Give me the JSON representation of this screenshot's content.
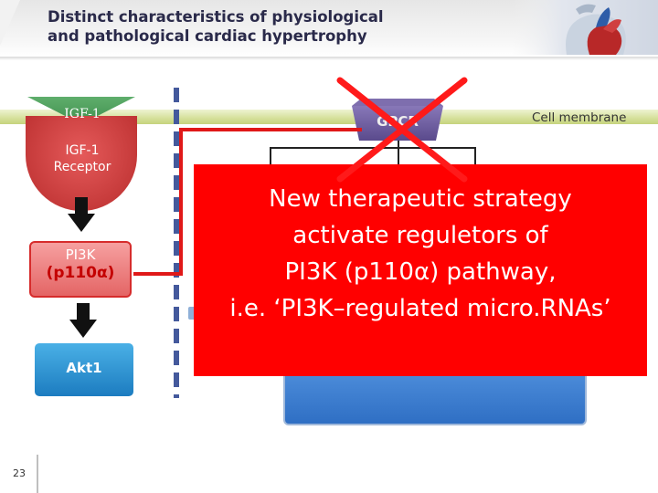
{
  "header": {
    "title_line1": "Distinct characteristics of physiological",
    "title_line2": "and pathological cardiac hypertrophy"
  },
  "membrane": {
    "label": "Cell membrane"
  },
  "left_pathway": {
    "ligand": "IGF-1",
    "receptor_line1": "IGF-1",
    "receptor_line2": "Receptor",
    "pi3k_name": "PI3K",
    "pi3k_subunit": "(p110α)",
    "akt": "Akt1"
  },
  "right_pathway": {
    "gpcr": "GPCR"
  },
  "callout": {
    "line1": "New therapeutic strategy",
    "line2": "activate reguletors of",
    "line3": "PI3K (p110α) pathway,",
    "line4": "i.e. ‘PI3K–regulated micro.RNAs’"
  },
  "footer": {
    "page_number": "23"
  },
  "colors": {
    "title": "#2a2a4a",
    "membrane": "#d5e09a",
    "receptor": "#c0392b",
    "pi3k_border": "#d62c2c",
    "akt": "#1c7cc0",
    "gpcr": "#6a5a9c",
    "callout": "#ff0000",
    "cross": "#ff1a1a",
    "connector": "#e01818",
    "divider": "#44599c"
  },
  "icons": [
    "heart-anatomy-icon",
    "cross-out-icon",
    "down-arrow-icon"
  ]
}
